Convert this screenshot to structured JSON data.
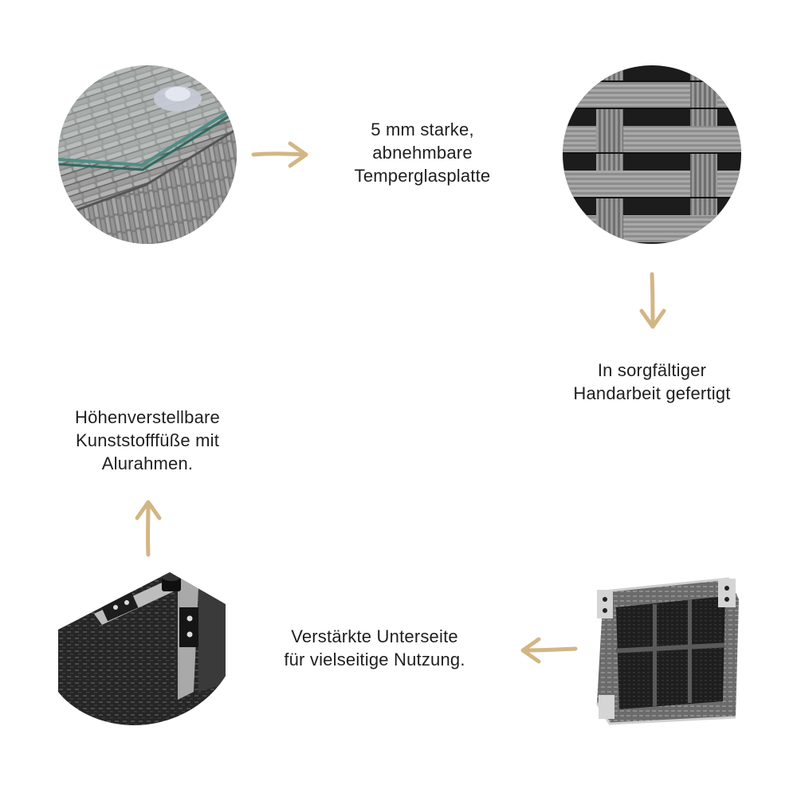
{
  "features": [
    {
      "id": "glass",
      "lines": [
        "5 mm starke,",
        "abnehmbare",
        "Temperglasplatte"
      ]
    },
    {
      "id": "handmade",
      "lines": [
        "In sorgfältiger",
        "Handarbeit gefertigt"
      ]
    },
    {
      "id": "underside",
      "lines": [
        "Verstärkte Unterseite",
        "für vielseitige Nutzung."
      ]
    },
    {
      "id": "feet",
      "lines": [
        "Höhenverstellbare",
        "Kunststofffüße mit",
        "Alurahmen."
      ]
    }
  ],
  "photos": [
    {
      "id": "glass-corner",
      "icon": "glass-corner-photo"
    },
    {
      "id": "weave-closeup",
      "icon": "rattan-weave-photo"
    },
    {
      "id": "underside-frame",
      "icon": "underside-frame-photo"
    },
    {
      "id": "adjustable-foot",
      "icon": "adjustable-foot-photo"
    }
  ],
  "colors": {
    "arrow": "#d2b684",
    "text": "#1f1f1f",
    "background": "#ffffff",
    "rattan_dark": "#2b2b2b",
    "rattan_mid": "#6e6e6e",
    "glass_edge": "#4f8f86"
  }
}
